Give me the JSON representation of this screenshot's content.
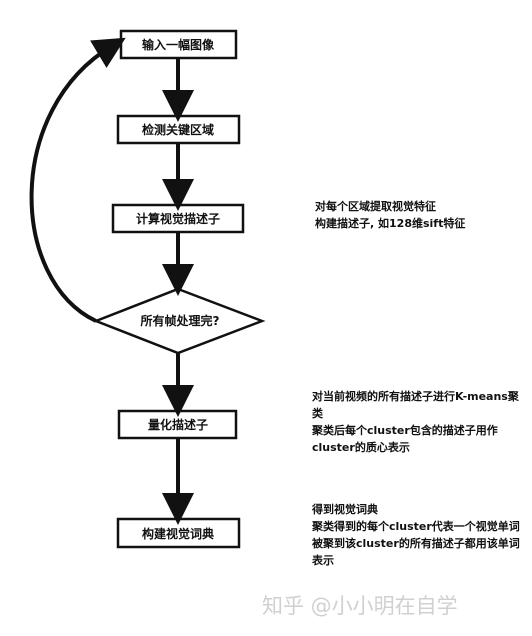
{
  "nodes": [
    {
      "id": "input",
      "label": "输入一幅图像",
      "shape": "rect"
    },
    {
      "id": "detect",
      "label": "检测关键区域",
      "shape": "rect"
    },
    {
      "id": "compute",
      "label": "计算视觉描述子",
      "shape": "rect"
    },
    {
      "id": "decision",
      "label": "所有帧处理完?",
      "shape": "diamond"
    },
    {
      "id": "quantize",
      "label": "量化描述子",
      "shape": "rect"
    },
    {
      "id": "build",
      "label": "构建视觉词典",
      "shape": "rect"
    }
  ],
  "notes": [
    "对每个区域提取视觉特征\n构建描述子, 如128维sift特征",
    "对当前视频的所有描述子进行K-means聚类\n聚类后每个cluster包含的描述子用作cluster的质心表示",
    "得到视觉词典\n聚类得到的每个cluster代表一个视觉单词\n被聚到该cluster的所有描述子都用该单词表示"
  ],
  "watermark": "知乎 @小小明在自学"
}
